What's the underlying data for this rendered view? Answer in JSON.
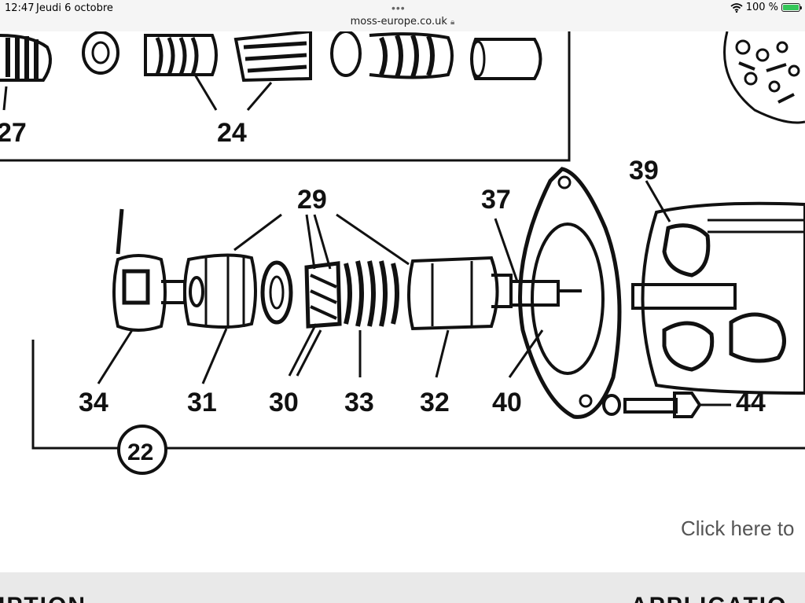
{
  "status_bar": {
    "time": "12:47",
    "date": "Jeudi 6 octobre",
    "url": "moss-europe.co.uk",
    "battery": "100 %",
    "battery_level": 1.0
  },
  "diagram": {
    "labels": [
      "27",
      "24",
      "29",
      "37",
      "39",
      "34",
      "31",
      "30",
      "33",
      "32",
      "40",
      "44",
      "22"
    ]
  },
  "page": {
    "link_text": "Click here to",
    "footer_left": "IPTION",
    "footer_right": "APPLICATIO"
  },
  "icons": [
    "wifi-icon",
    "battery-icon",
    "lock-icon",
    "more-icon"
  ]
}
